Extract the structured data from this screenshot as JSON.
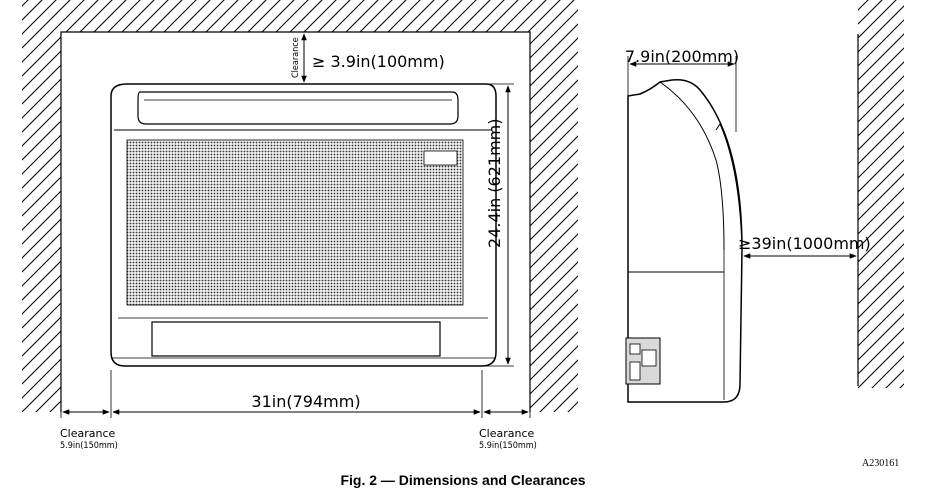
{
  "front_view": {
    "top_clearance_label": "Clearance",
    "top_clearance_value": "≥ 3.9in(100mm)",
    "height_dimension": "24.4in (621mm)",
    "width_dimension": "31in(794mm)",
    "left_clearance_label": "Clearance",
    "left_clearance_value": "5.9in(150mm)",
    "right_clearance_label": "Clearance",
    "right_clearance_value": "5.9in(150mm)"
  },
  "side_view": {
    "depth_dimension": "7.9in(200mm)",
    "front_clearance_value": "≥39in(1000mm)"
  },
  "drawing_code": "A230161",
  "caption": "Fig. 2 — Dimensions and Clearances"
}
